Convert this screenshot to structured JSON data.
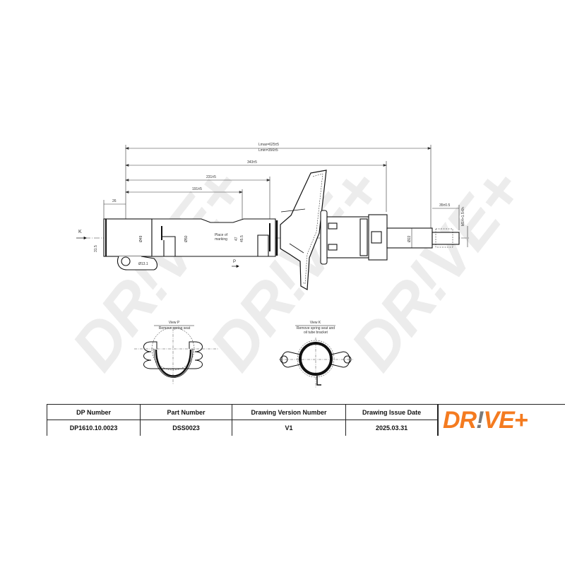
{
  "watermark": {
    "text": "DR!VE+",
    "color": "#ececec"
  },
  "drawing": {
    "dimensions": {
      "lmax": "Lmax=625±5",
      "lmin": "Lmin=356±5",
      "d343": "343±5",
      "d231": "231±5",
      "d191": "191±5",
      "d26": "26",
      "d35": "35±0.5",
      "thread": "M14×1.5-6h",
      "dia49": "Ø49",
      "dia50": "Ø50",
      "dia22": "Ø22",
      "d47": "47",
      "d45_5": "45.5",
      "d31_5": "31.5",
      "hole": "Ø13.1"
    },
    "labels": {
      "place_of_marking": "Place of marking",
      "arrow_k": "K",
      "arrow_p": "P"
    },
    "views": {
      "view_p": {
        "title": "View P",
        "note": "Remove spring seat"
      },
      "view_k": {
        "title": "View K",
        "note": "Remove spring seat and oil tube bracket"
      }
    }
  },
  "title_block": {
    "headers": [
      "DP Number",
      "Part Number",
      "Drawing Version Number",
      "Drawing Issue Date"
    ],
    "values": [
      "DP1610.10.0023",
      "DSS0023",
      "V1",
      "2025.03.31"
    ],
    "logo": {
      "part1": "DR",
      "bang": "!",
      "part2": "VE+",
      "color": "#f47b20",
      "bang_color": "#7a7a7a"
    }
  }
}
